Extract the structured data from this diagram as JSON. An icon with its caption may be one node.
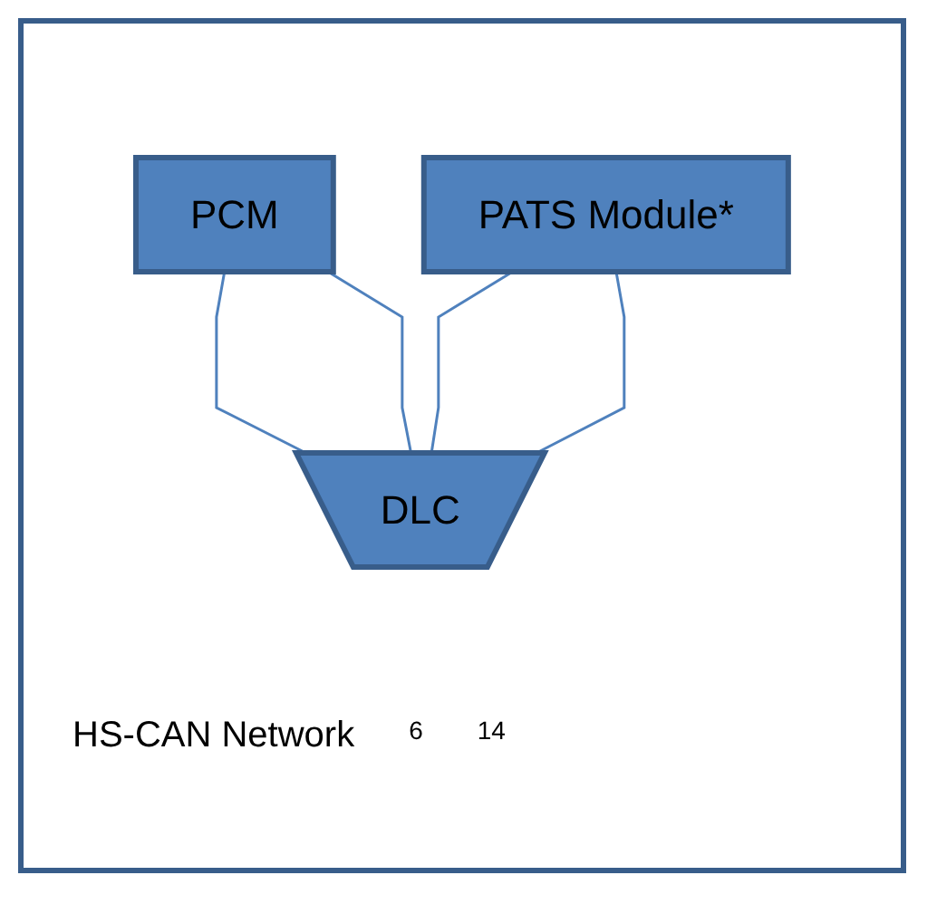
{
  "diagram": {
    "nodes": [
      {
        "text": [
          "PCM"
        ]
      },
      {
        "text": [
          "PATS Module*"
        ]
      },
      {
        "text": [
          "DLC"
        ]
      }
    ],
    "edges": [
      {
        "from": 0,
        "to": 2,
        "arrow": "none"
      },
      {
        "from": 1,
        "to": 2,
        "arrow": "none"
      },
      {
        "from": 0,
        "to": 2,
        "arrow": "none"
      },
      {
        "from": 1,
        "to": 2,
        "arrow": "none"
      }
    ],
    "labels": [
      "HS-CAN Network",
      "6",
      "14"
    ]
  }
}
